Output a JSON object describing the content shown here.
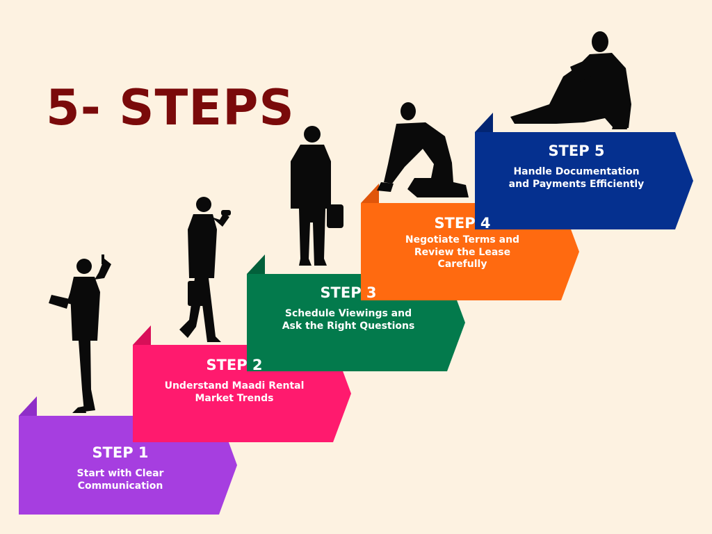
{
  "title": "5- STEPS",
  "colors": {
    "background": "#fdf2e1",
    "title": "#7a0a0a",
    "silhouette": "#0a0a0a",
    "text": "#ffffff"
  },
  "steps": [
    {
      "label": "STEP 1",
      "desc": "Start with Clear\nCommunication",
      "color": "#a63ee0",
      "flap": "#8f2ec8",
      "figure": "man-on-phone-reading-icon"
    },
    {
      "label": "STEP 2",
      "desc": "Understand Maadi Rental\nMarket Trends",
      "color": "#ff1a6e",
      "flap": "#d80f58",
      "figure": "man-walking-with-briefcase-icon"
    },
    {
      "label": "STEP 3",
      "desc": "Schedule Viewings and\nAsk the Right Questions",
      "color": "#037a4c",
      "flap": "#02603b",
      "figure": "man-standing-with-bag-icon"
    },
    {
      "label": "STEP 4",
      "desc": "Negotiate Terms and\nReview the Lease\nCarefully",
      "color": "#ff6a10",
      "flap": "#e0550a",
      "figure": "man-kneeling-icon"
    },
    {
      "label": "STEP 5",
      "desc": "Handle Documentation\nand Payments Efficiently",
      "color": "#05308f",
      "flap": "#032572",
      "figure": "man-sitting-icon"
    }
  ]
}
